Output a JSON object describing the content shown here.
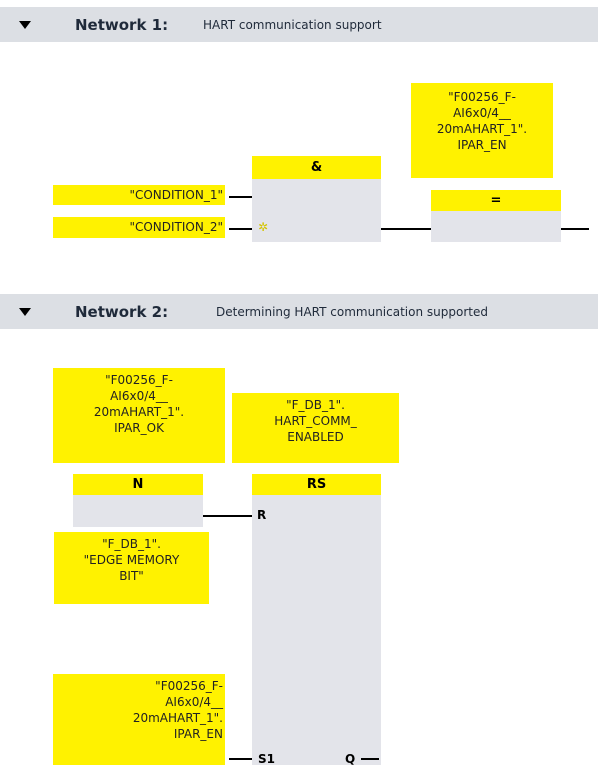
{
  "network1": {
    "title": "Network 1:",
    "comment": "HART communication support",
    "contact1": "\"CONDITION_1\"",
    "contact2": "\"CONDITION_2\"",
    "and_label": "&",
    "assign_label": "=",
    "coil_tag": [
      "\"F00256_F-",
      "AI6x0/4__",
      "20mAHART_1\".",
      "IPAR_EN"
    ]
  },
  "network2": {
    "title": "Network 2:",
    "comment": "Determining HART communication supported",
    "n_tag": [
      "\"F00256_F-",
      "AI6x0/4__",
      "20mAHART_1\".",
      "IPAR_OK"
    ],
    "n_label": "N",
    "edge_tag": [
      "\"F_DB_1\".",
      "\"EDGE MEMORY",
      "BIT\""
    ],
    "rs_tag": [
      "\"F_DB_1\".",
      "HART_COMM_",
      "ENABLED"
    ],
    "rs_label": "RS",
    "pin_r": "R",
    "pin_s1": "S1",
    "pin_q": "Q",
    "s1_tag": [
      "\"F00256_F-",
      "AI6x0/4__",
      "20mAHART_1\".",
      "IPAR_EN"
    ]
  }
}
